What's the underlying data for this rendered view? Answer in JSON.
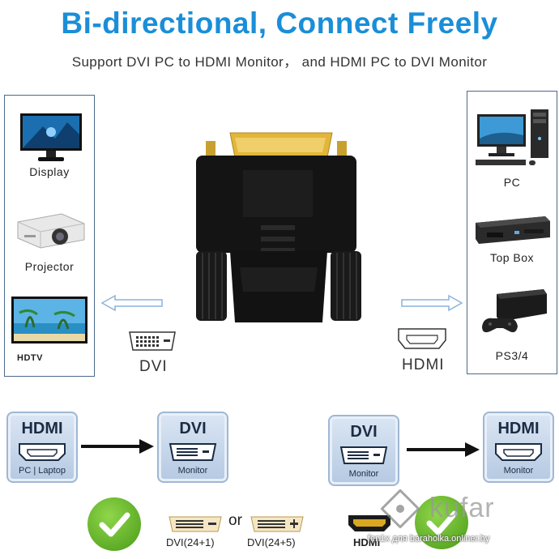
{
  "header": {
    "title": "Bi-directional,   Connect Freely",
    "subtitle": "Support DVI PC to HDMI Monitor，  and HDMI PC to DVI Monitor"
  },
  "left_devices": [
    {
      "label": "Display",
      "icon": "display-icon"
    },
    {
      "label": "Projector",
      "icon": "projector-icon"
    },
    {
      "label": "HDTV",
      "icon": "hdtv-icon"
    }
  ],
  "right_devices": [
    {
      "label": "PC",
      "icon": "pc-icon"
    },
    {
      "label": "Top Box",
      "icon": "set-top-box-icon"
    },
    {
      "label": "PS3/4",
      "icon": "game-console-icon"
    }
  ],
  "connectors": {
    "left_label": "DVI",
    "right_label": "HDMI"
  },
  "flows": {
    "left": {
      "source": {
        "title": "HDMI",
        "sub": "PC | Laptop"
      },
      "target": {
        "title": "DVI",
        "sub": "Monitor"
      }
    },
    "right": {
      "source": {
        "title": "DVI",
        "sub": "Monitor"
      },
      "target": {
        "title": "HDMI",
        "sub": "Monitor"
      }
    }
  },
  "pins": {
    "left": "DVI(24+1)",
    "or": "or",
    "right": "DVI(24+5)",
    "hdmi": "HDMI"
  },
  "watermark": {
    "brand": "kufar",
    "caption": "fen1x для baraholka.onliner.by"
  },
  "colors": {
    "title_blue": "#1a8ed8",
    "check_green": "#5aae22",
    "card_blue": "#b5c9e2",
    "adapter_gold": "#d9a820"
  }
}
